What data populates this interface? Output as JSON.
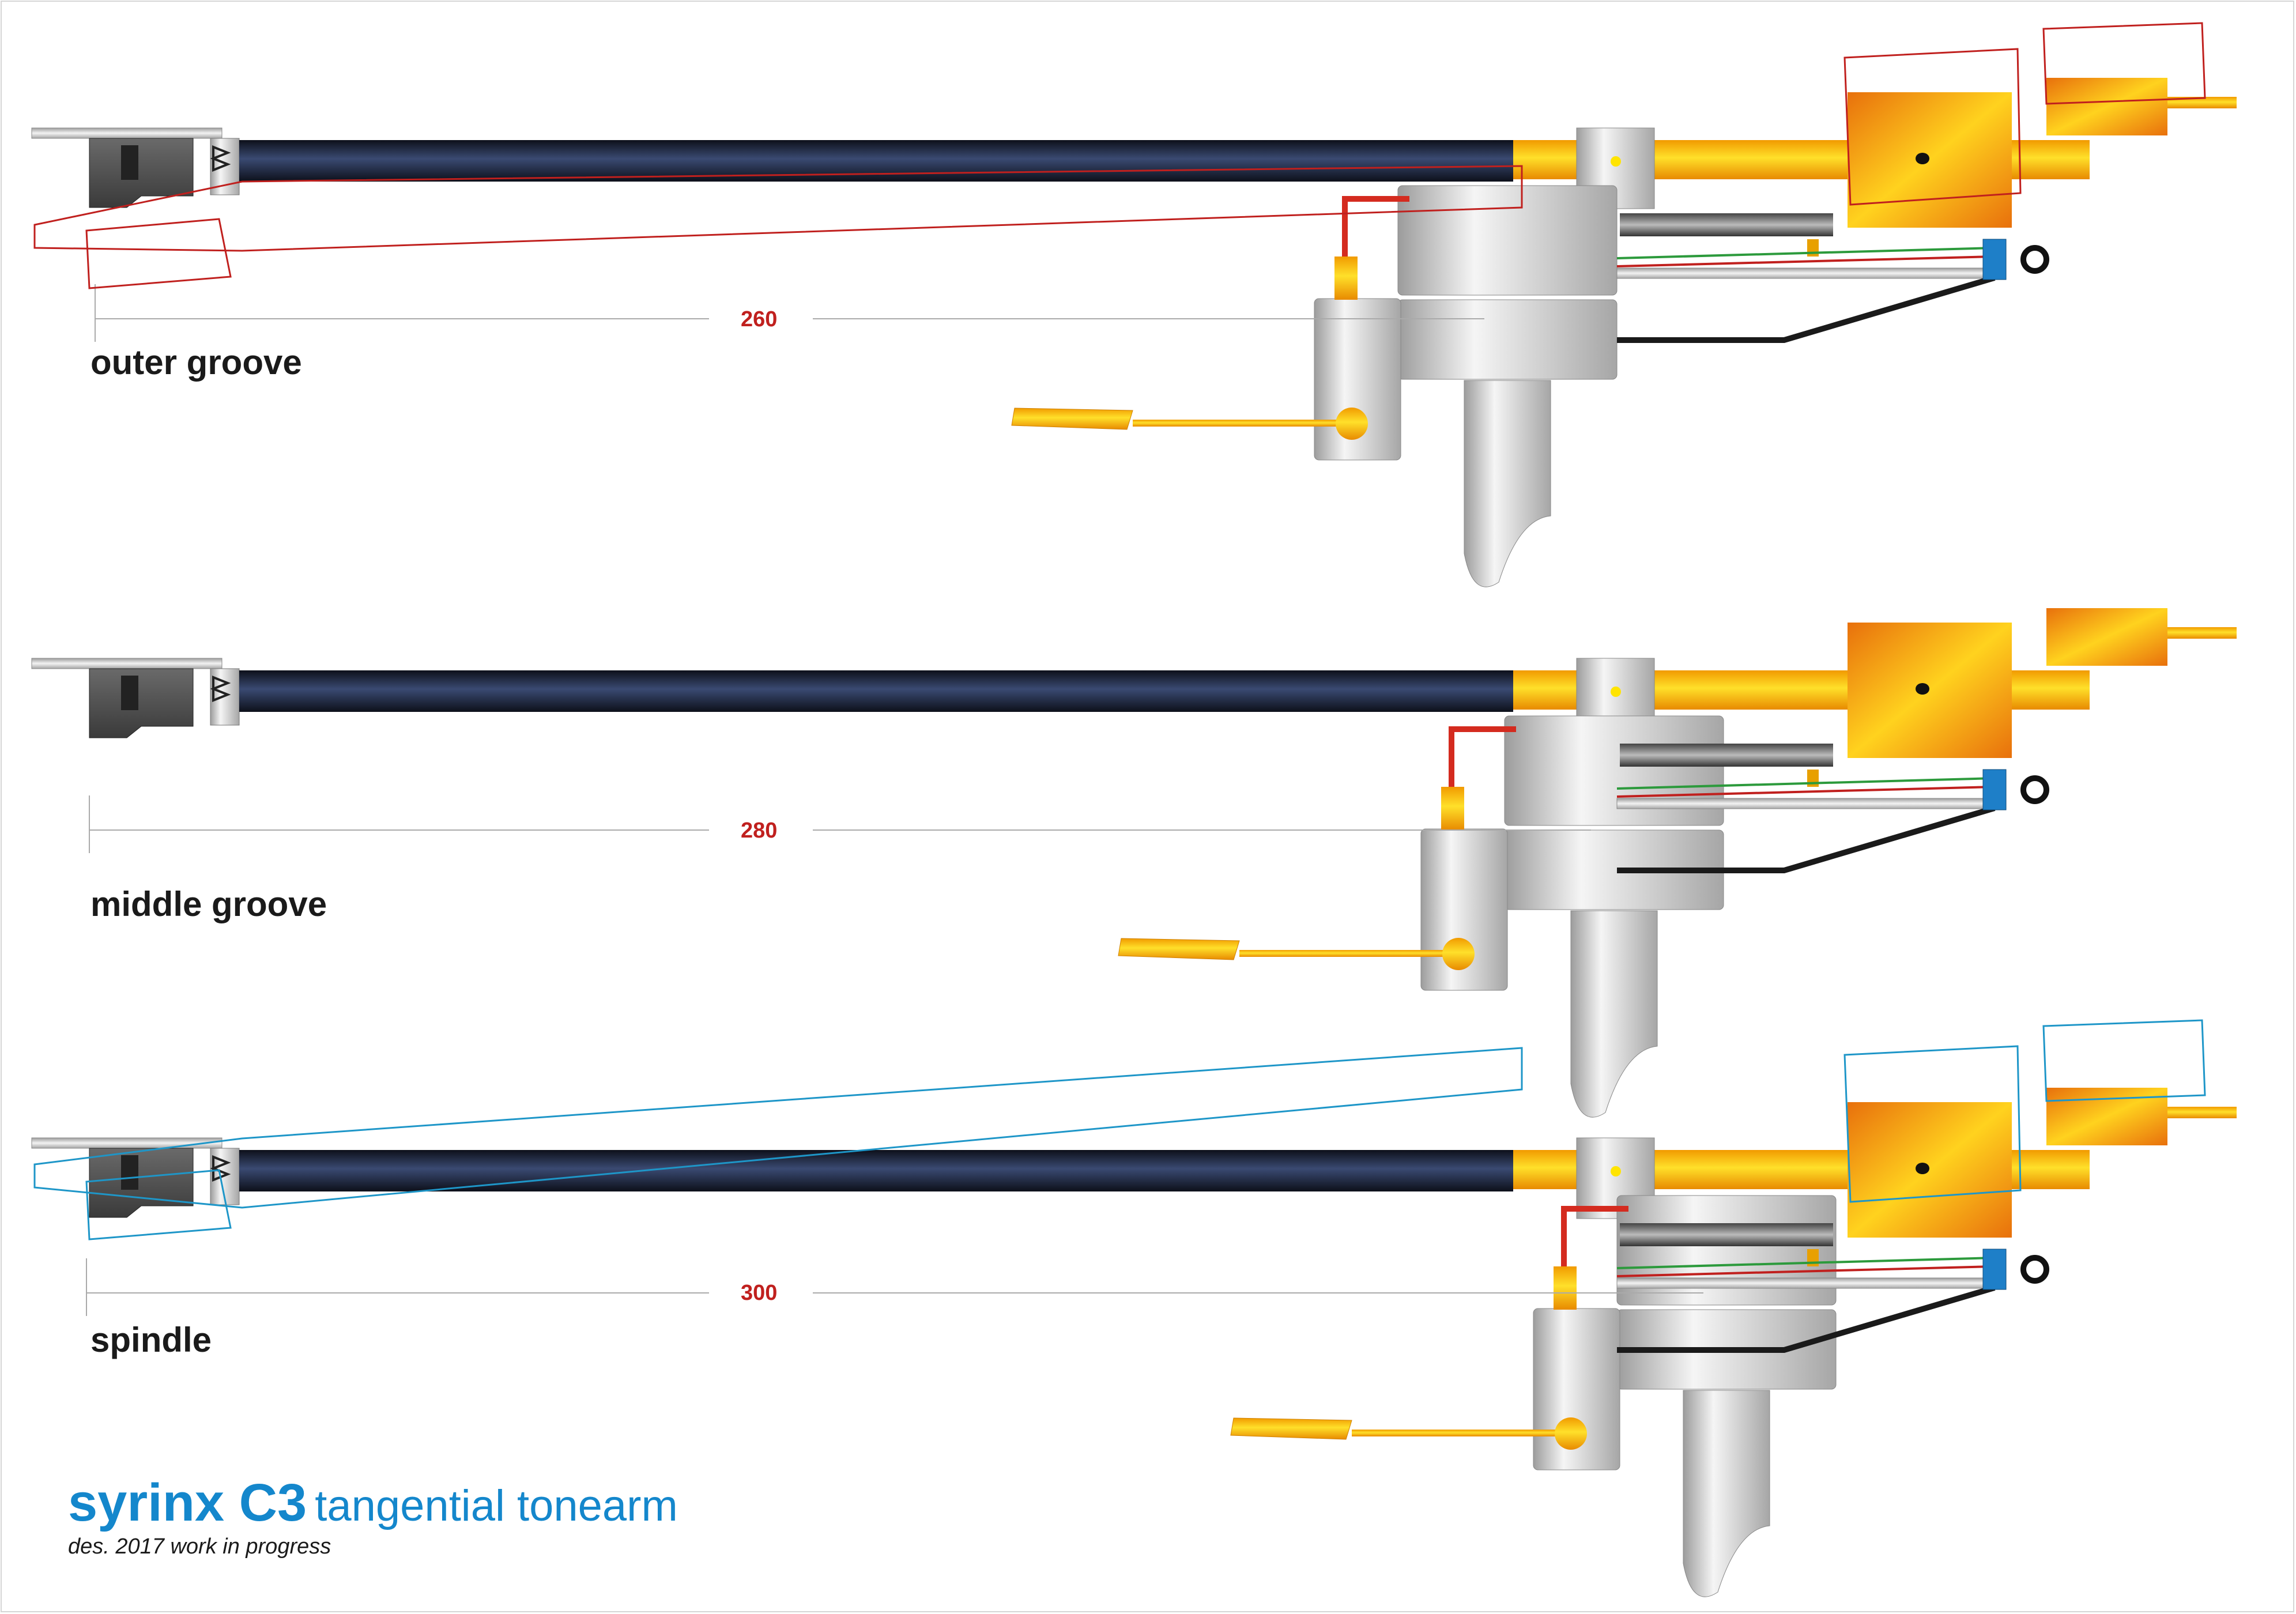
{
  "views": [
    {
      "label": "outer groove",
      "dimension": "260"
    },
    {
      "label": "middle groove",
      "dimension": "280"
    },
    {
      "label": "spindle",
      "dimension": "300"
    }
  ],
  "title": {
    "brand": "syrinx C3",
    "product": "tangential tonearm",
    "note": "des. 2017 work in progress"
  },
  "colors": {
    "tube": "#1c2233",
    "brass": "#f4a800",
    "counterweight": "#ef7f14",
    "aluminium": "#c8c8c8",
    "outline_red": "#c0201e",
    "outline_blue": "#1e96c8",
    "dimension": "#c0201e",
    "title": "#1487cc"
  }
}
